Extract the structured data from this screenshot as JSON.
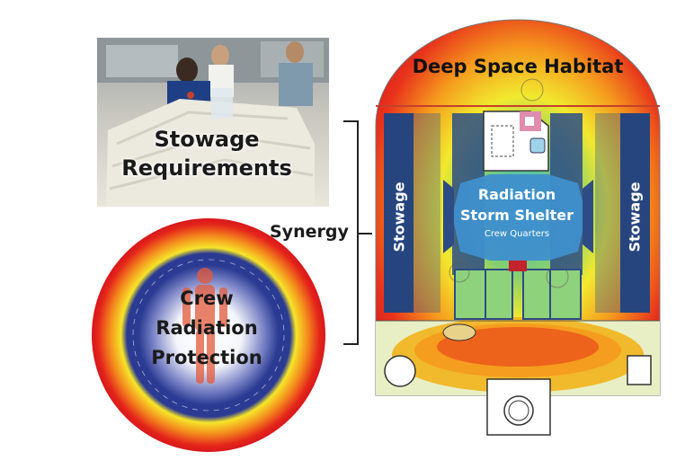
{
  "photo": {
    "label_line1": "Stowage",
    "label_line2": "Requirements"
  },
  "protection": {
    "line1": "Crew",
    "line2": "Radiation",
    "line3": "Protection"
  },
  "connector": {
    "label": "Synergy"
  },
  "habitat": {
    "title": "Deep Space Habitat",
    "stowage_left": "Stowage",
    "stowage_right": "Stowage",
    "shelter_line1": "Radiation",
    "shelter_line2": "Storm Shelter",
    "shelter_sub": "Crew Quarters"
  },
  "colors": {
    "stowage_blue": "#26457e",
    "shelter_blue": "#3f8fcc",
    "floor_cream": "#e8efc4",
    "ring_red": "#e4251b",
    "ring_orange": "#f48a1d",
    "ring_yellow": "#f6e529",
    "ring_blue": "#2b3b93"
  }
}
